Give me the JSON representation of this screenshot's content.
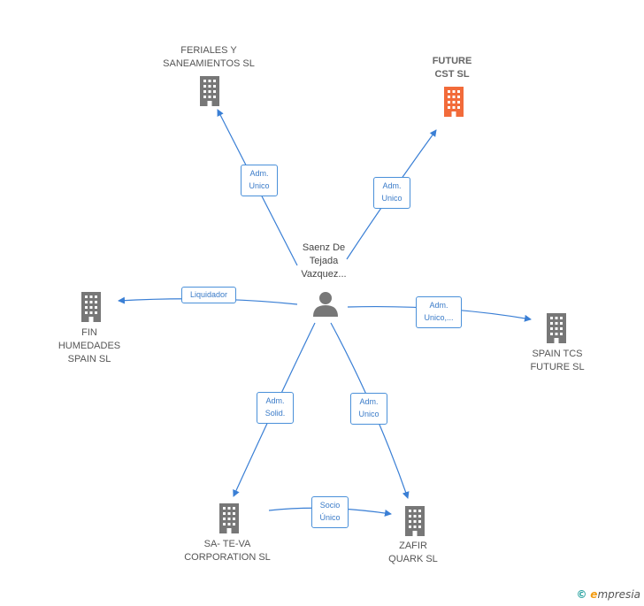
{
  "center": {
    "name": "Saenz De\nTejada\nVazquez..."
  },
  "companies": {
    "feriales": {
      "name": "FERIALES Y\nSANEAMIENTOS SL"
    },
    "future_cst": {
      "name": "FUTURE\nCST  SL",
      "color": "#f26b3a"
    },
    "fin_humedades": {
      "name": "FIN\nHUMEDADES\nSPAIN  SL"
    },
    "spain_tcs": {
      "name": "SPAIN TCS\nFUTURE  SL"
    },
    "sa_te_va": {
      "name": "SA- TE-VA\nCORPORATION SL"
    },
    "zafir": {
      "name": "ZAFIR\nQUARK SL"
    }
  },
  "relations": {
    "feriales": "Adm.\nUnico",
    "future_cst": "Adm.\nUnico",
    "fin_humedades": "Liquidador",
    "spain_tcs": "Adm.\nUnico,...",
    "sa_te_va": "Adm.\nSolid.",
    "zafir": "Adm.\nUnico",
    "sa_te_va_zafir": "Socio\nÚnico"
  },
  "colors": {
    "edge": "#3a7fd5",
    "building": "#777777",
    "highlight": "#f26b3a",
    "person": "#777777"
  },
  "footer": {
    "copyright": "©",
    "brand_initial": "e",
    "brand_rest": "mpresia"
  }
}
